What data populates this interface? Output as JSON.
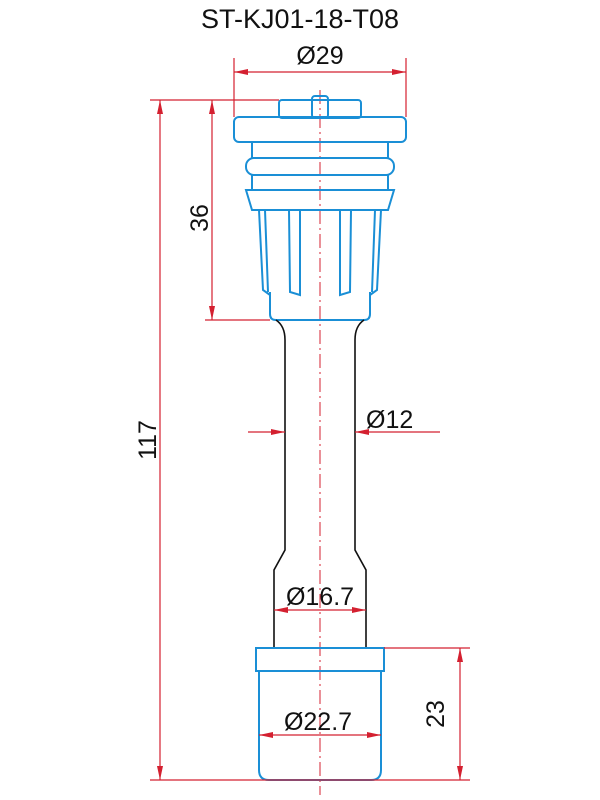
{
  "title": "ST-KJ01-18-T08",
  "dimensions": {
    "top_diameter": "Ø29",
    "overall_length": "117",
    "head_height": "36",
    "shaft_diameter": "Ø12",
    "lower_shaft_diameter": "Ø16.7",
    "boot_diameter": "Ø22.7",
    "boot_height": "23"
  },
  "colors": {
    "part_outline": "#1a8fd6",
    "dimension": "#d42030",
    "shaft": "#111111"
  }
}
